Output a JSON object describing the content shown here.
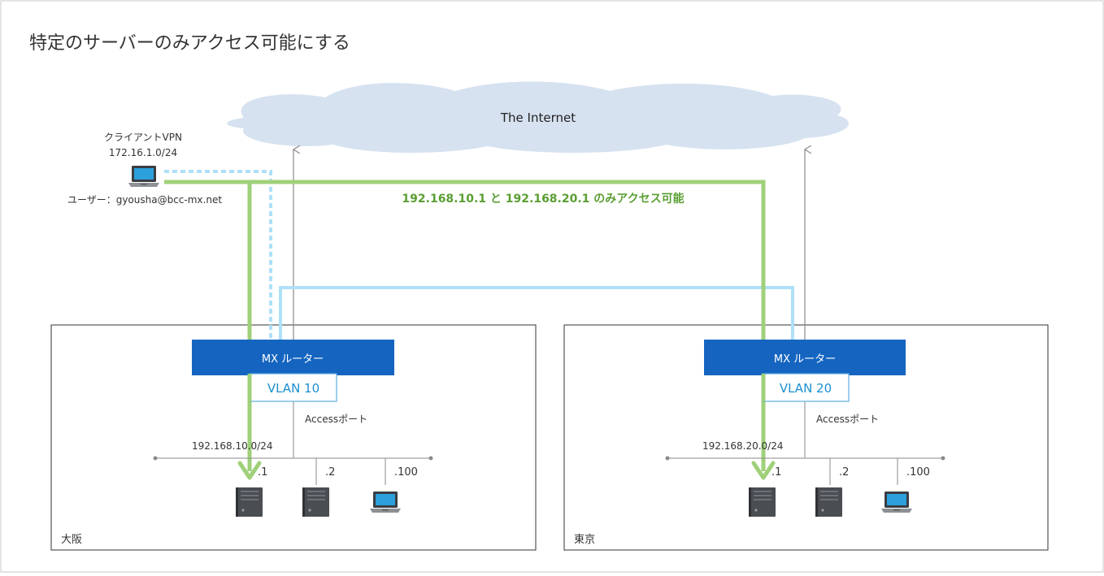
{
  "title": "特定のサーバーのみアクセス可能にする",
  "internet": {
    "label": "The Internet"
  },
  "vpn": {
    "name": "クライアントVPN",
    "subnet": "172.16.1.0/24",
    "user": "ユーザー：gyousha@bcc-mx.net"
  },
  "access_note": "192.168.10.1 と 192.168.20.1 のみアクセス可能",
  "sites": [
    {
      "name": "大阪",
      "router_label": "MX ルーター",
      "vlan": "VLAN 10",
      "port_label": "Accessポート",
      "subnet": "192.168.10.0/24",
      "hosts": [
        ".1",
        ".2",
        ".100"
      ]
    },
    {
      "name": "東京",
      "router_label": "MX ルーター",
      "vlan": "VLAN 20",
      "port_label": "Accessポート",
      "subnet": "192.168.20.0/24",
      "hosts": [
        ".1",
        ".2",
        ".100"
      ]
    }
  ],
  "colors": {
    "router_fill": "#1565c0",
    "vlan_stroke": "#5aaee0",
    "vlan_text": "#1a8fd0",
    "green_path": "#9fd07a",
    "green_text": "#5a9e32",
    "vpn_link": "#aee0f7",
    "cloud_fill": "#d6e2f0",
    "server_fill": "#4a4d52"
  }
}
